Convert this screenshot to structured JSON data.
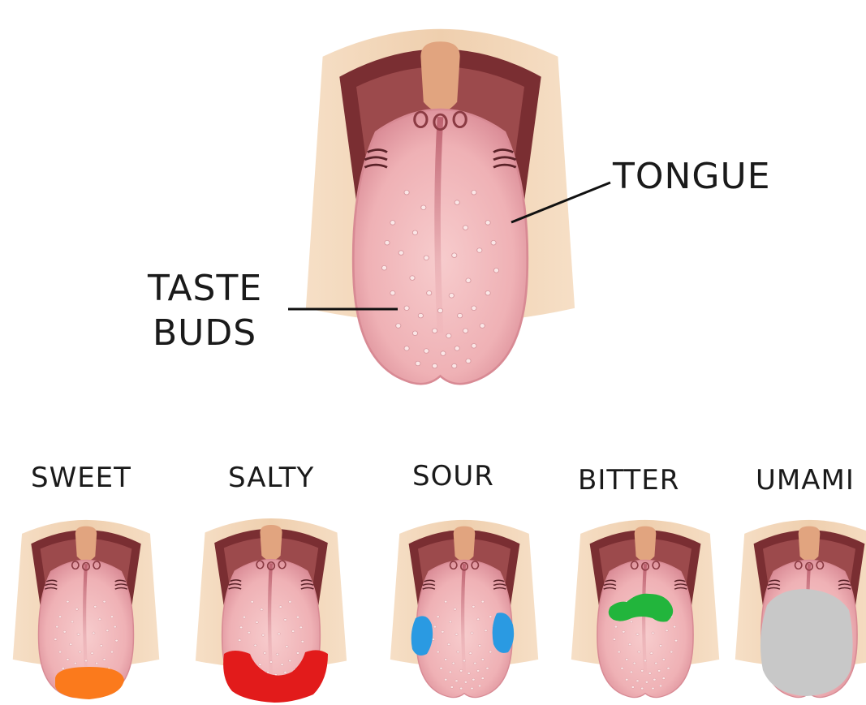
{
  "main_diagram": {
    "label_tongue": "TONGUE",
    "label_taste": "TASTE",
    "label_buds": "BUDS"
  },
  "taste_maps": [
    {
      "label": "SWEET",
      "region": "tip",
      "color": "#fb7a1c"
    },
    {
      "label": "SALTY",
      "region": "front-sides",
      "color": "#e21b1b"
    },
    {
      "label": "SOUR",
      "region": "sides",
      "color": "#2a9ae2"
    },
    {
      "label": "BITTER",
      "region": "back",
      "color": "#22b53c"
    },
    {
      "label": "UMAMI",
      "region": "center",
      "color": "#c8c8c8"
    }
  ],
  "colors": {
    "skin": "#f0d2b4",
    "mouth": "#7a2f33",
    "tongue": "#f0b3b3",
    "tongue_edge": "#d98b94"
  }
}
